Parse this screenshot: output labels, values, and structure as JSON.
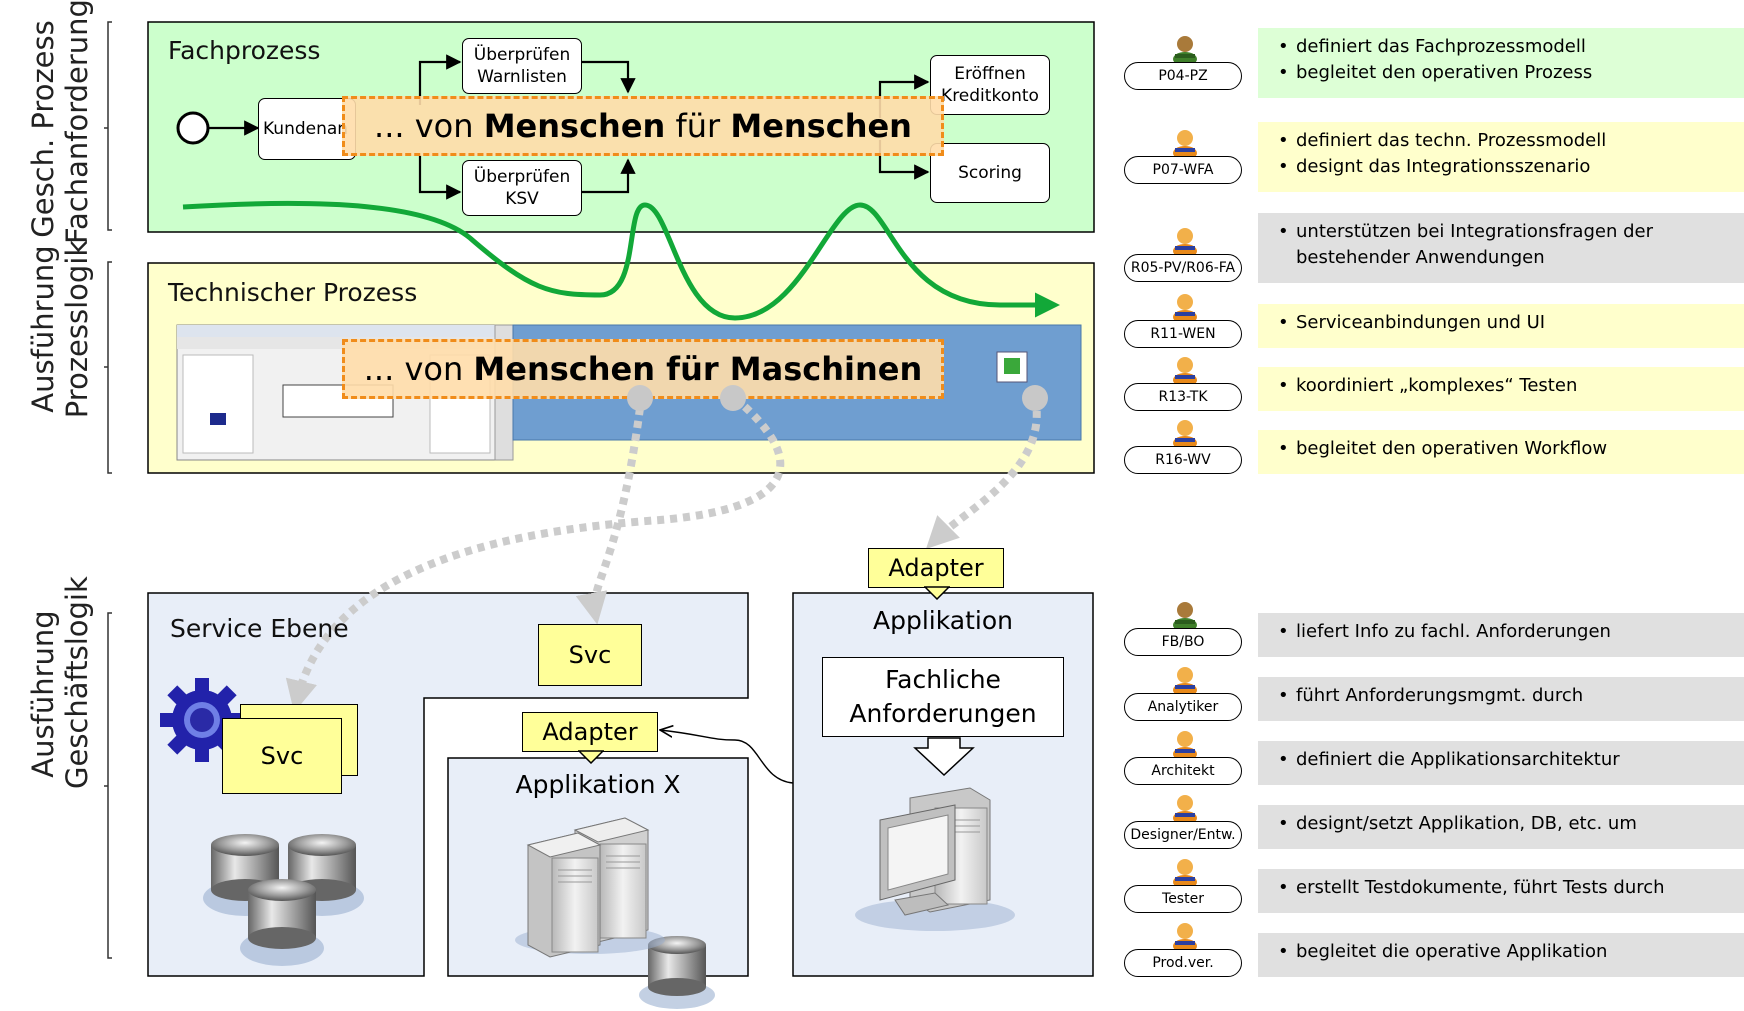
{
  "sections": {
    "top": {
      "line1": "Gesch. Prozess",
      "line2": "Fachanforderung"
    },
    "middle": {
      "line1": "Ausführung",
      "line2": "Prozesslogik"
    },
    "bottom": {
      "line1": "Ausführung",
      "line2": "Geschäftslogik"
    }
  },
  "fachprozess": {
    "title": "Fachprozess",
    "nodes": {
      "kunden": "Kundenan",
      "warn_l1": "Überprüfen",
      "warn_l2": "Warnlisten",
      "ksv_l1": "Überprüfen",
      "ksv_l2": "KSV",
      "kredit_l1": "Eröffnen",
      "kredit_l2": "Kreditkonto",
      "scoring": "Scoring"
    },
    "banner": {
      "pre": "... von ",
      "b1": "Menschen",
      "mid": " für ",
      "b2": "Menschen"
    }
  },
  "technischer_prozess": {
    "title": "Technischer Prozess",
    "banner": {
      "pre": "... von ",
      "b1": "Menschen für Maschinen"
    }
  },
  "service_ebene": {
    "title": "Service Ebene",
    "svc1": "Svc",
    "svc2": "Svc"
  },
  "applikation_x": {
    "title": "Applikation X",
    "adapter": "Adapter"
  },
  "applikation": {
    "title": "Applikation",
    "adapter": "Adapter",
    "req_l1": "Fachliche",
    "req_l2": "Anforderungen"
  },
  "roles": [
    {
      "label": "P04-PZ",
      "person": "green",
      "bg": "#ddffd6",
      "lines": [
        "definiert das Fachprozessmodell",
        "begleitet  den operativen Prozess"
      ]
    },
    {
      "label": "P07-WFA",
      "person": "orange",
      "bg": "#ffffcc",
      "lines": [
        "definiert das techn. Prozessmodell",
        "designt  das Integrationsszenario"
      ]
    },
    {
      "label": "R05-PV/R06-FA",
      "person": "orange",
      "bg": "#e0e0e0",
      "lines": [
        "unterstützen bei Integrationsfragen der bestehender Anwendungen"
      ]
    },
    {
      "label": "R11-WEN",
      "person": "orange",
      "bg": "#ffffcc",
      "lines": [
        "Serviceanbindungen und UI"
      ]
    },
    {
      "label": "R13-TK",
      "person": "orange",
      "bg": "#ffffcc",
      "lines": [
        "koordiniert „komplexes“ Testen"
      ]
    },
    {
      "label": "R16-WV",
      "person": "orange",
      "bg": "#ffffcc",
      "lines": [
        "begleitet den operativen Workflow"
      ]
    },
    {
      "label": "FB/BO",
      "person": "green",
      "bg": "#e0e0e0",
      "lines": [
        "liefert Info zu fachl. Anforderungen"
      ]
    },
    {
      "label": "Analytiker",
      "person": "orange",
      "bg": "#e0e0e0",
      "lines": [
        "führt Anforderungsmgmt. durch"
      ]
    },
    {
      "label": "Architekt",
      "person": "orange",
      "bg": "#e0e0e0",
      "lines": [
        "definiert  die Applikationsarchitektur"
      ]
    },
    {
      "label": "Designer/Entw.",
      "person": "orange",
      "bg": "#e0e0e0",
      "lines": [
        "designt/setzt Applikation, DB, etc. um"
      ]
    },
    {
      "label": "Tester",
      "person": "orange",
      "bg": "#e0e0e0",
      "lines": [
        "erstellt Testdokumente, führt Tests durch"
      ]
    },
    {
      "label": "Prod.ver.",
      "person": "orange",
      "bg": "#e0e0e0",
      "lines": [
        "begleitet die operative Applikation"
      ]
    }
  ],
  "colors": {
    "green_panel": "#ccffcc",
    "yellow_panel": "#ffffcc",
    "blue_panel": "#e8eef8",
    "flow_green": "#12a838",
    "banner_orange": "#f08c1a",
    "gear_blue": "#2222aa"
  }
}
